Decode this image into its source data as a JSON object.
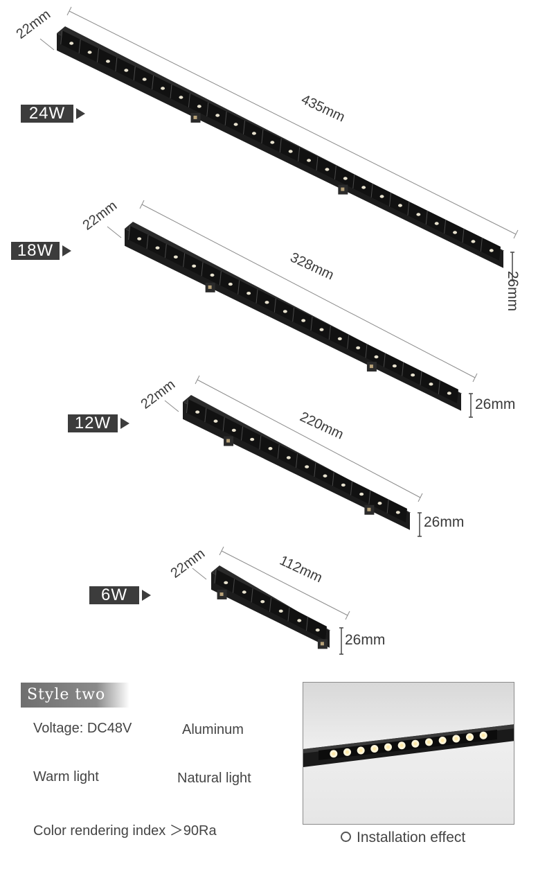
{
  "products": [
    {
      "power": "24W",
      "length": "435mm",
      "width": "22mm",
      "height": "26mm",
      "cells": 24
    },
    {
      "power": "18W",
      "length": "328mm",
      "width": "22mm",
      "height": "26mm",
      "cells": 18
    },
    {
      "power": "12W",
      "length": "220mm",
      "width": "22mm",
      "height": "26mm",
      "cells": 12
    },
    {
      "power": "6W",
      "length": "112mm",
      "width": "22mm",
      "height": "26mm",
      "cells": 6
    }
  ],
  "style_title": "Style two",
  "specs": {
    "voltage": "Voltage: DC48V",
    "material": "Aluminum",
    "warm": "Warm light",
    "natural": "Natural light",
    "cri": "Color rendering index ＞90Ra"
  },
  "installation_caption": "Installation effect",
  "installation_leds": 12,
  "colors": {
    "fixture": "#1c1c1c",
    "badge": "#3c3c3c",
    "dimension_line": "#8a8a8a"
  },
  "icons": {
    "badge_arrow": "triangle-right-icon",
    "caption": "circle-icon"
  }
}
